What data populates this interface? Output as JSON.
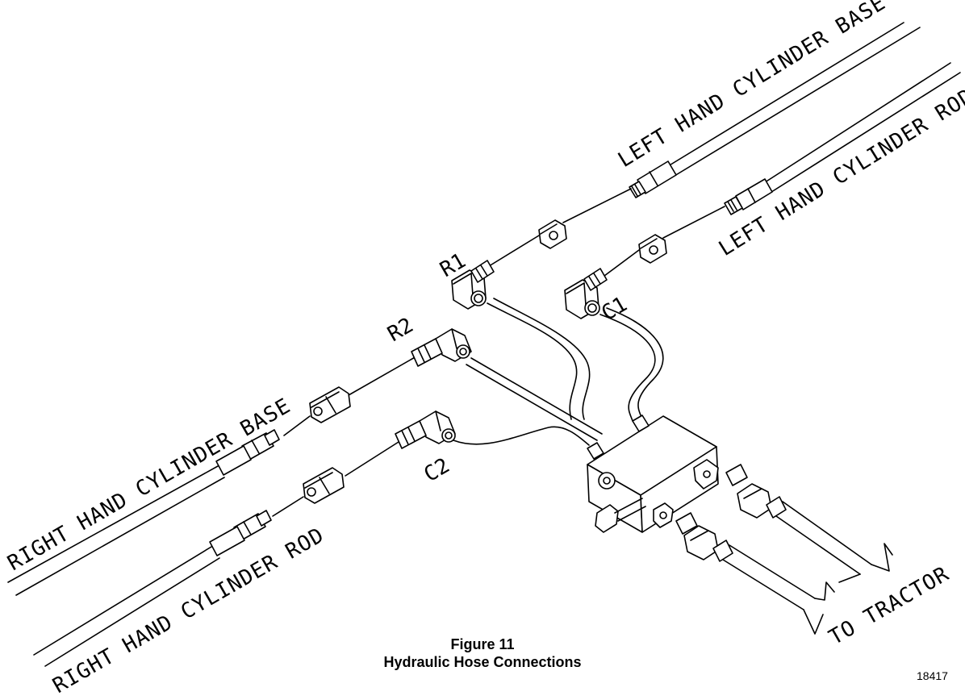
{
  "figure": {
    "number": "Figure 11",
    "title": "Hydraulic Hose Connections",
    "part_number": "18417"
  },
  "hoses": {
    "left_base": "LEFT HAND CYLINDER BASE",
    "left_rod": "LEFT HAND CYLINDER ROD",
    "right_base": "RIGHT HAND CYLINDER BASE",
    "right_rod": "RIGHT HAND CYLINDER ROD",
    "tractor": "TO TRACTOR"
  },
  "ports": {
    "r1": "R1",
    "r2": "R2",
    "c1": "C1",
    "c2": "C2"
  }
}
